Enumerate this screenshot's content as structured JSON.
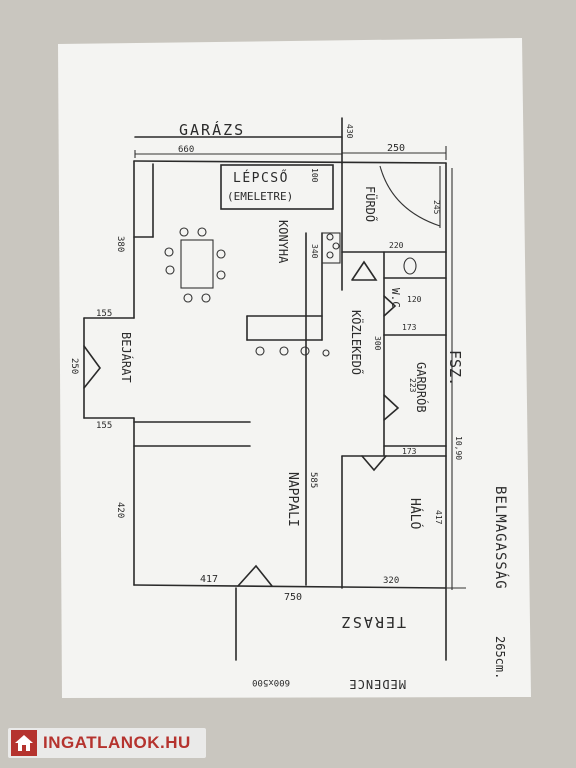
{
  "labels": {
    "garazs": "GARÁZS",
    "lepcso": "LÉPCSŐ",
    "emeletre": "(EMELETRE)",
    "furdo": "FÜRDŐ",
    "konyha": "KONYHA",
    "wc": "W.C",
    "kozlekedo": "KÖZLEKEDŐ",
    "gardrob": "GARDRÓB",
    "fsz": "FSZ.",
    "bejarat": "BEJÁRAT",
    "nappali": "NAPPALI",
    "halo": "HÁLÓ",
    "belmagassag": "BELMAGASSÁG",
    "belmagassag_value": "265cm.",
    "terasz": "TERASZ",
    "medence": "MEDENCE",
    "medence_size": "600x500"
  },
  "dimensions": {
    "d660": "660",
    "d430": "430",
    "d250_top": "250",
    "d100": "100",
    "d245": "245",
    "d220": "220",
    "d340": "340",
    "d380": "380",
    "d155_top": "155",
    "d250_entry": "250",
    "d155_bottom": "155",
    "d120": "120",
    "d173_wc": "173",
    "d300": "300",
    "d223": "223",
    "d173_gardrob": "173",
    "d1090": "10,90",
    "d585": "585",
    "d417_halo": "417",
    "d420": "420",
    "d417_bottom": "417",
    "d750": "750",
    "d320": "320"
  },
  "watermark": {
    "text": "INGATLANOK.HU",
    "color": "#b5332e"
  }
}
